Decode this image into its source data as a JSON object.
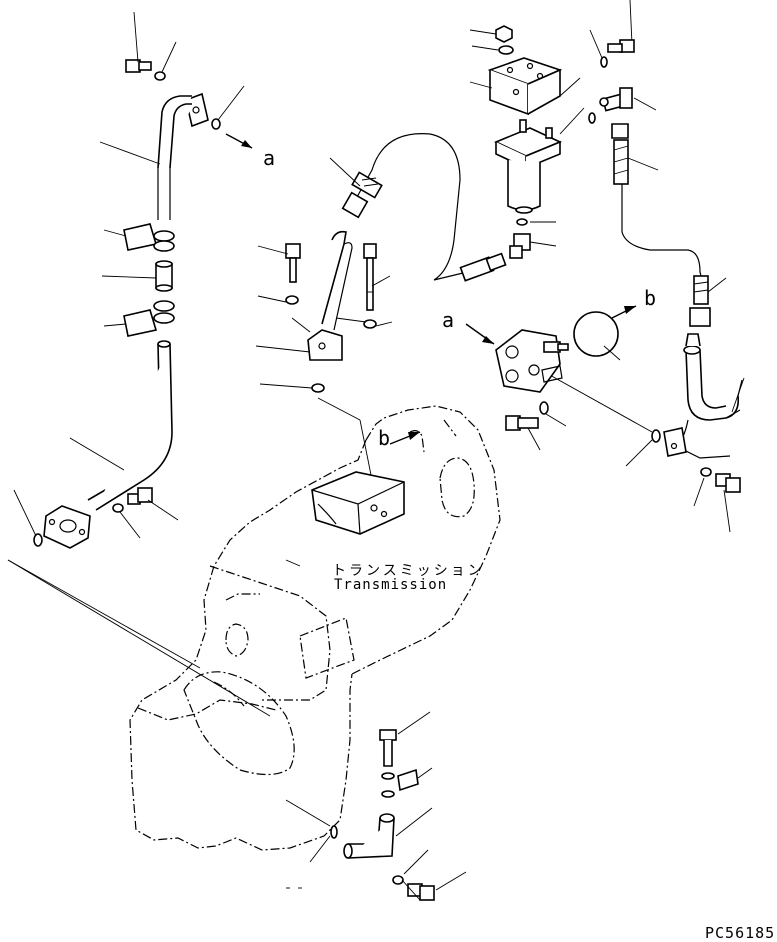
{
  "diagram": {
    "callouts": {
      "a_letter": "a",
      "b_letter": "b"
    },
    "transmission_label_jp": "トランスミッション",
    "transmission_label_en": "Transmission",
    "figure_code": "PC56185"
  }
}
